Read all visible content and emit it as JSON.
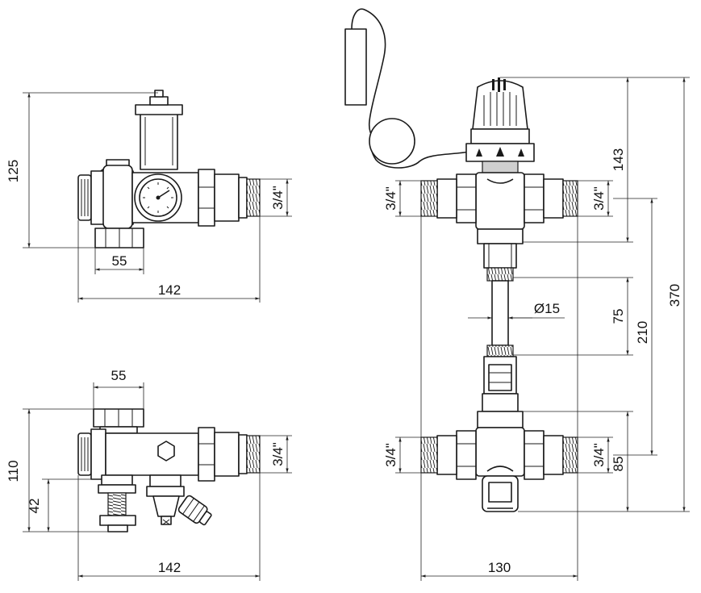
{
  "colors": {
    "line": "#1a1a1a",
    "background": "#ffffff"
  },
  "views": {
    "top_left": {
      "dims": {
        "height": "125",
        "width_inner": "55",
        "width_total": "142",
        "thread": "3/4\""
      }
    },
    "bottom_left": {
      "dims": {
        "width_top": "55",
        "height_total": "110",
        "height_lower": "42",
        "width_total": "142",
        "thread": "3/4\""
      }
    },
    "right": {
      "dims": {
        "thread_tl": "3/4\"",
        "thread_tr": "3/4\"",
        "thread_bl": "3/4\"",
        "thread_br": "3/4\"",
        "h_143": "143",
        "h_370": "370",
        "h_210": "210",
        "h_75": "75",
        "h_85": "85",
        "pipe_dia": "Ø15",
        "width_total": "130"
      }
    }
  }
}
